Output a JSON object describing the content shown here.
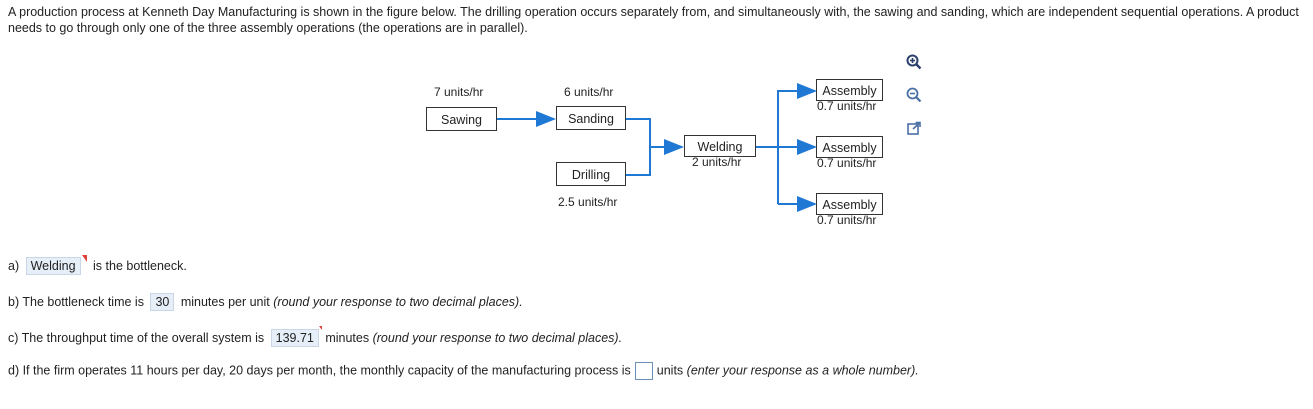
{
  "intro": "A production process at Kenneth Day Manufacturing is shown in the figure below. The drilling operation occurs separately from, and simultaneously with, the sawing and sanding, which are independent sequential operations. A product needs to go through only one of the three assembly operations (the operations are in parallel).",
  "figure": {
    "sawing": {
      "rate": "7 units/hr",
      "name": "Sawing"
    },
    "sanding": {
      "rate": "6 units/hr",
      "name": "Sanding"
    },
    "drilling": {
      "name": "Drilling",
      "rate": "2.5 units/hr"
    },
    "welding": {
      "name": "Welding",
      "rate": "2 units/hr"
    },
    "assembly1": {
      "name": "Assembly",
      "rate": "0.7 units/hr"
    },
    "assembly2": {
      "name": "Assembly",
      "rate": "0.7 units/hr"
    },
    "assembly3": {
      "name": "Assembly",
      "rate": "0.7 units/hr"
    },
    "arrow_color": "#1e78d4"
  },
  "tools": [
    "zoom-in-icon",
    "zoom-out-icon",
    "popout-icon"
  ],
  "questions": {
    "a": {
      "prefix": "a)",
      "answer": "Welding",
      "suffix": "is the bottleneck."
    },
    "b": {
      "prefix": "b) The bottleneck time is",
      "answer": "30",
      "suffix": "minutes per unit",
      "hint": "(round your response to two decimal places)."
    },
    "c": {
      "prefix": "c) The throughput time of the overall system is",
      "answer": "139.71",
      "suffix": "minutes",
      "hint": "(round your response to two decimal places)."
    },
    "d": {
      "prefix": "d) If the firm operates 11 hours per day, 20 days per month, the monthly capacity of the manufacturing process is",
      "suffix": "units",
      "hint": "(enter your response as a whole number)."
    }
  }
}
